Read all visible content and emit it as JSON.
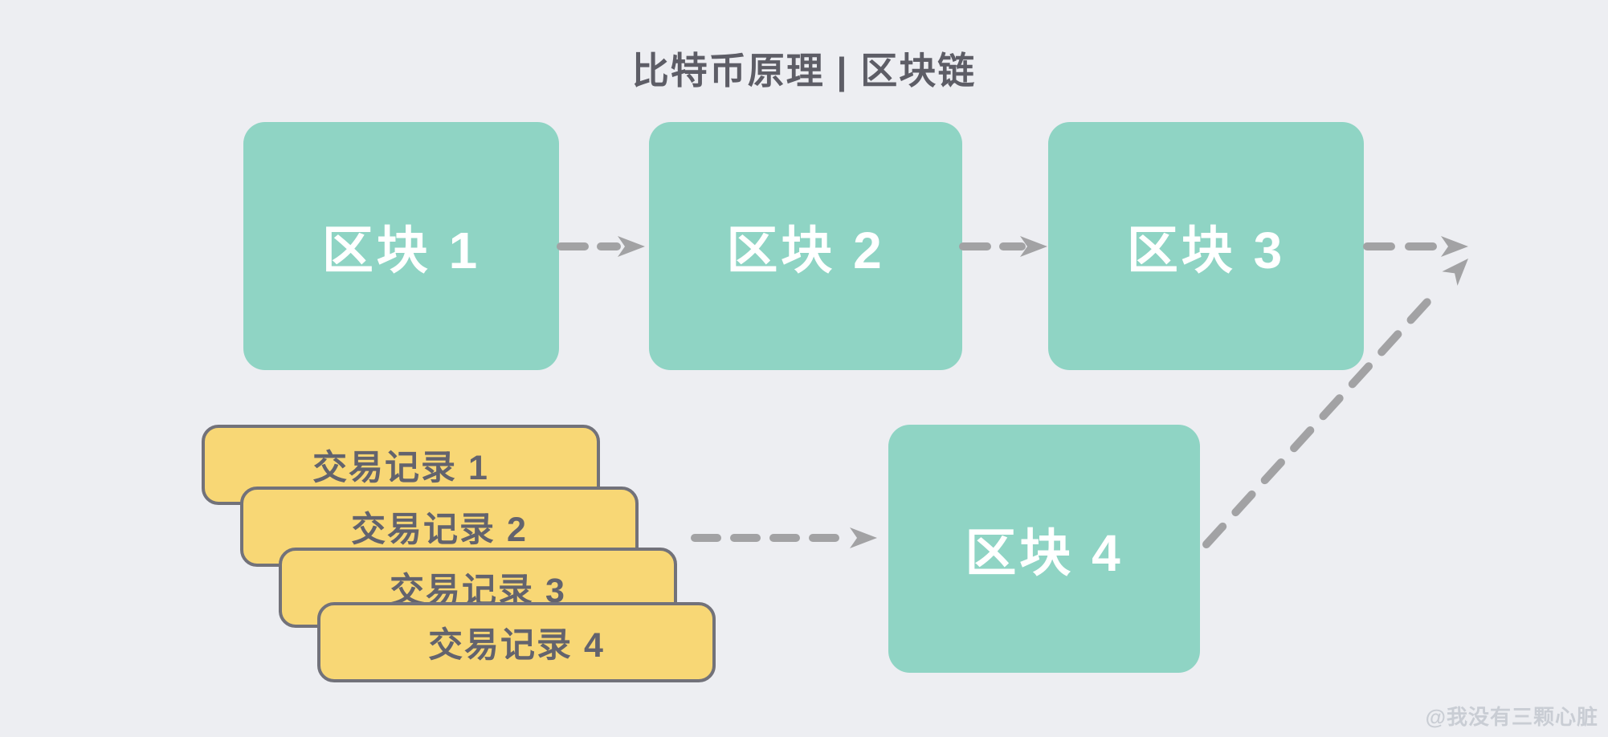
{
  "title": "比特币原理 | 区块链",
  "watermark": "@我没有三颗心脏",
  "blocks": [
    {
      "label": "区块 1"
    },
    {
      "label": "区块 2"
    },
    {
      "label": "区块 3"
    },
    {
      "label": "区块 4"
    }
  ],
  "transactions": [
    {
      "label": "交易记录 1"
    },
    {
      "label": "交易记录 2"
    },
    {
      "label": "交易记录 3"
    },
    {
      "label": "交易记录 4"
    }
  ],
  "colors": {
    "background": "#EDEEF2",
    "block_fill": "#8FD4C4",
    "block_text": "#FFFFFF",
    "card_fill": "#F8D775",
    "card_border": "#72727A",
    "card_text": "#63636D",
    "arrow": "#A2A2A4",
    "title_text": "#5D5D66",
    "watermark_text": "#C9CDD4"
  }
}
